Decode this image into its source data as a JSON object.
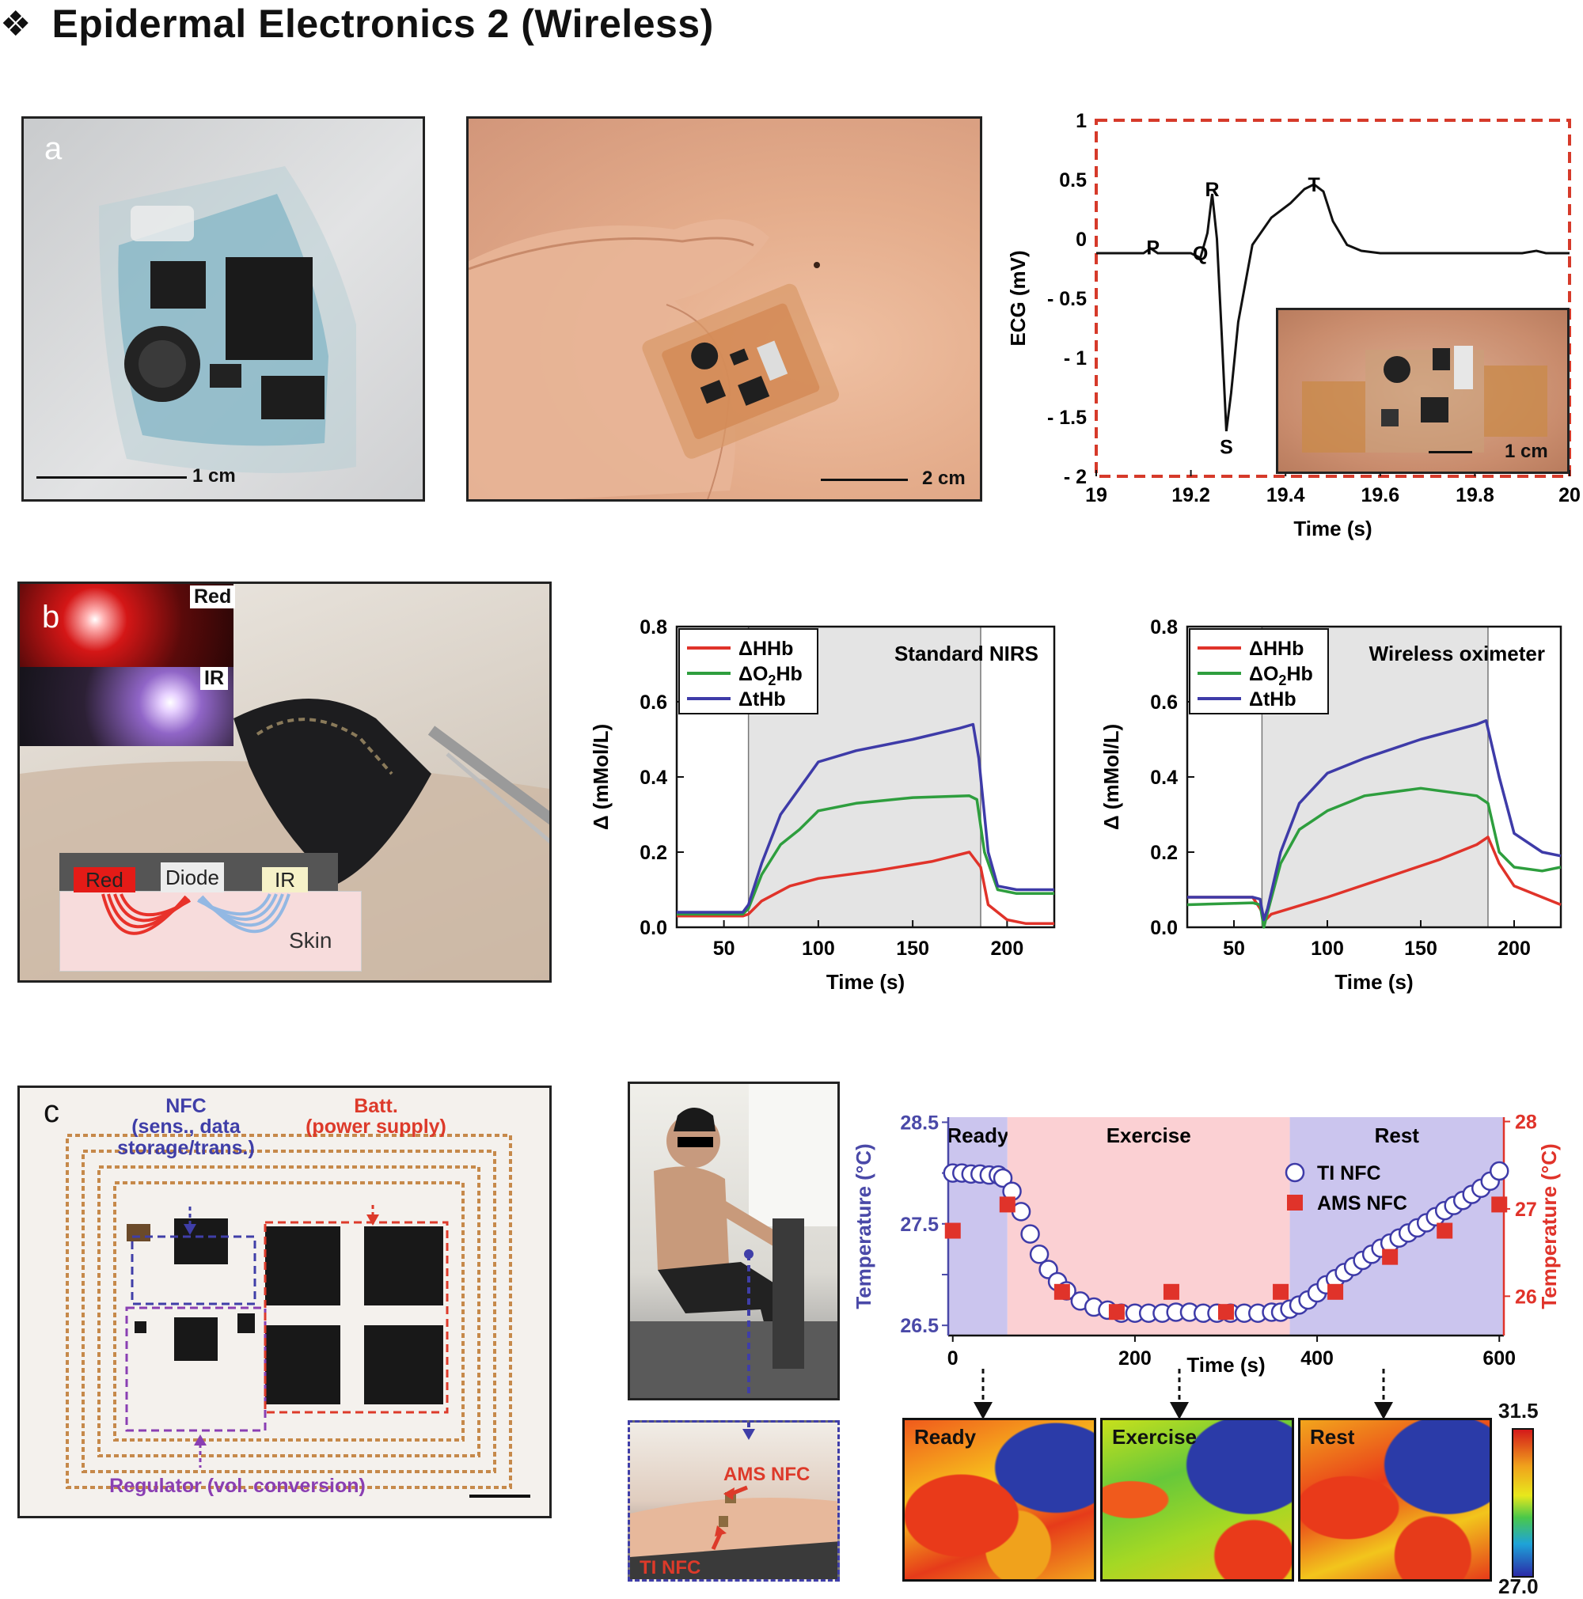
{
  "header": {
    "icon": "four-diamond-icon",
    "title": "Epidermal Electronics 2 (Wireless)"
  },
  "panel_a": {
    "letter": "a",
    "photo1_scale": "1 cm",
    "photo2_scale": "2 cm",
    "inset_scale": "1 cm"
  },
  "panel_b": {
    "letter": "b",
    "led_red": "Red",
    "led_ir": "IR",
    "diagram": {
      "red": "Red",
      "diode": "Diode",
      "ir": "IR",
      "skin": "Skin"
    }
  },
  "panel_c": {
    "letter": "c",
    "nfc_label": "NFC\n(sens., data\nstorage/trans.)",
    "batt_label": "Batt.\n(power supply)",
    "regulator_label": "Regulator (vol. conversion)",
    "ams_nfc": "AMS NFC",
    "ti_nfc": "TI NFC",
    "thermo": [
      {
        "label": "Ready"
      },
      {
        "label": "Exercise"
      },
      {
        "label": "Rest"
      }
    ],
    "colorbar": {
      "max": "31.5",
      "min": "27.0"
    }
  },
  "colors": {
    "ecg_border": "#d63a2a",
    "hhb": "#e0332a",
    "o2hb": "#2e9e3e",
    "thb": "#3e3ba8",
    "ready_rest_bg": "#cbc5ee",
    "exercise_bg": "#fbd0d3",
    "left_axis": "#4a49a8",
    "right_axis": "#e0332a"
  },
  "chart_data": [
    {
      "id": "ecg",
      "type": "line",
      "xlabel": "Time (s)",
      "ylabel": "ECG (mV)",
      "xlim": [
        19,
        20
      ],
      "ylim": [
        -2,
        1
      ],
      "xticks": [
        "19",
        "19.2",
        "19.4",
        "19.6",
        "19.8",
        "20"
      ],
      "yticks": [
        "1",
        "0.5",
        "0",
        "- 0.5",
        "- 1",
        "- 1.5",
        "- 2"
      ],
      "annotations": [
        {
          "text": "P",
          "x": 19.12,
          "y": -0.07
        },
        {
          "text": "Q",
          "x": 19.22,
          "y": -0.12
        },
        {
          "text": "R",
          "x": 19.245,
          "y": 0.42
        },
        {
          "text": "S",
          "x": 19.275,
          "y": -1.75
        },
        {
          "text": "T",
          "x": 19.46,
          "y": 0.46
        }
      ],
      "series": [
        {
          "x": [
            19.0,
            19.05,
            19.1,
            19.115,
            19.13,
            19.16,
            19.2,
            19.22,
            19.235,
            19.245,
            19.255,
            19.265,
            19.275,
            19.285,
            19.3,
            19.33,
            19.37,
            19.41,
            19.44,
            19.46,
            19.48,
            19.5,
            19.53,
            19.56,
            19.6,
            19.7,
            19.8,
            19.9,
            19.93,
            19.95,
            20.0
          ],
          "y": [
            -0.12,
            -0.12,
            -0.12,
            -0.08,
            -0.12,
            -0.12,
            -0.12,
            -0.16,
            0.05,
            0.38,
            0.0,
            -0.8,
            -1.62,
            -1.3,
            -0.7,
            -0.05,
            0.18,
            0.3,
            0.42,
            0.46,
            0.4,
            0.15,
            -0.05,
            -0.1,
            -0.12,
            -0.12,
            -0.12,
            -0.12,
            -0.1,
            -0.12,
            -0.12
          ]
        }
      ]
    },
    {
      "id": "nirs-standard",
      "type": "line",
      "title": "Standard NIRS",
      "xlabel": "Time (s)",
      "ylabel": "Δ (mMol/L)",
      "xlim": [
        25,
        225
      ],
      "ylim": [
        0,
        0.8
      ],
      "xticks": [
        "50",
        "100",
        "150",
        "200"
      ],
      "yticks": [
        "0.8",
        "0.6",
        "0.4",
        "0.2",
        "0.0"
      ],
      "shaded": [
        63,
        186
      ],
      "series": [
        {
          "name": "ΔHHb",
          "color": "#e0332a",
          "x": [
            25,
            60,
            63,
            70,
            85,
            100,
            130,
            160,
            180,
            186,
            190,
            200,
            210,
            225
          ],
          "y": [
            0.03,
            0.03,
            0.035,
            0.07,
            0.11,
            0.13,
            0.15,
            0.175,
            0.2,
            0.16,
            0.06,
            0.02,
            0.01,
            0.01
          ]
        },
        {
          "name": "ΔO2Hb",
          "color": "#2e9e3e",
          "x": [
            25,
            60,
            63,
            70,
            80,
            90,
            100,
            120,
            150,
            180,
            184,
            188,
            195,
            205,
            225
          ],
          "y": [
            0.035,
            0.035,
            0.05,
            0.14,
            0.22,
            0.26,
            0.31,
            0.33,
            0.345,
            0.35,
            0.34,
            0.2,
            0.1,
            0.09,
            0.09
          ]
        },
        {
          "name": "ΔtHb",
          "color": "#3e3ba8",
          "x": [
            25,
            60,
            63,
            70,
            80,
            90,
            100,
            120,
            150,
            175,
            182,
            185,
            190,
            195,
            205,
            225
          ],
          "y": [
            0.04,
            0.04,
            0.06,
            0.17,
            0.3,
            0.37,
            0.44,
            0.47,
            0.5,
            0.53,
            0.54,
            0.45,
            0.2,
            0.11,
            0.1,
            0.1
          ]
        }
      ]
    },
    {
      "id": "nirs-wireless",
      "type": "line",
      "title": "Wireless oximeter",
      "xlabel": "Time (s)",
      "ylabel": "Δ (mMol/L)",
      "xlim": [
        25,
        225
      ],
      "ylim": [
        0,
        0.8
      ],
      "xticks": [
        "50",
        "100",
        "150",
        "200"
      ],
      "yticks": [
        "0.8",
        "0.6",
        "0.4",
        "0.2",
        "0.0"
      ],
      "shaded": [
        65,
        186
      ],
      "series": [
        {
          "name": "ΔHHb",
          "color": "#e0332a",
          "x": [
            25,
            60,
            64,
            67,
            70,
            80,
            100,
            130,
            160,
            180,
            186,
            192,
            200,
            215,
            225
          ],
          "y": [
            0.08,
            0.08,
            0.05,
            0.02,
            0.035,
            0.05,
            0.08,
            0.13,
            0.18,
            0.22,
            0.24,
            0.17,
            0.11,
            0.08,
            0.06
          ]
        },
        {
          "name": "ΔO2Hb",
          "color": "#2e9e3e",
          "x": [
            25,
            60,
            64,
            66,
            68,
            75,
            85,
            100,
            120,
            150,
            180,
            186,
            192,
            200,
            215,
            225
          ],
          "y": [
            0.06,
            0.065,
            0.06,
            0.0,
            0.04,
            0.17,
            0.26,
            0.31,
            0.35,
            0.37,
            0.35,
            0.33,
            0.2,
            0.16,
            0.15,
            0.16
          ]
        },
        {
          "name": "ΔtHb",
          "color": "#3e3ba8",
          "x": [
            25,
            60,
            64,
            66,
            68,
            75,
            85,
            100,
            120,
            150,
            180,
            185,
            192,
            200,
            215,
            225
          ],
          "y": [
            0.08,
            0.08,
            0.075,
            0.02,
            0.05,
            0.2,
            0.33,
            0.41,
            0.45,
            0.5,
            0.54,
            0.55,
            0.4,
            0.25,
            0.2,
            0.19
          ]
        }
      ]
    },
    {
      "id": "temperature",
      "type": "scatter",
      "xlabel": "Time (s)",
      "ylabel": "Temperature (°C)",
      "ylabel_right": "Temperature (°C)",
      "xlim": [
        -5,
        605
      ],
      "ylim": [
        26.4,
        28.55
      ],
      "ylim_right": [
        25.55,
        28.05
      ],
      "xticks": [
        "0",
        "200",
        "400",
        "600"
      ],
      "yticks": [
        "28.5",
        "28",
        "27.5",
        "27",
        "26.5"
      ],
      "yticks_shown": [
        "28.5",
        "27.5",
        "26.5"
      ],
      "yticks_right": [
        "28",
        "27",
        "26"
      ],
      "phases": [
        {
          "label": "Ready",
          "start": -5,
          "end": 60
        },
        {
          "label": "Exercise",
          "start": 60,
          "end": 370
        },
        {
          "label": "Rest",
          "start": 370,
          "end": 605
        }
      ],
      "legend": [
        "TI NFC",
        "AMS NFC"
      ],
      "series": [
        {
          "name": "TI NFC",
          "axis": "left",
          "x": [
            0,
            10,
            20,
            30,
            40,
            50,
            55,
            65,
            75,
            85,
            95,
            105,
            115,
            125,
            140,
            155,
            170,
            185,
            200,
            215,
            230,
            245,
            260,
            275,
            290,
            305,
            320,
            335,
            350,
            360,
            370,
            380,
            390,
            400,
            410,
            420,
            430,
            440,
            450,
            460,
            470,
            480,
            490,
            500,
            510,
            520,
            530,
            540,
            550,
            560,
            570,
            580,
            590,
            600
          ],
          "y": [
            28.0,
            28.0,
            27.99,
            27.99,
            27.98,
            27.98,
            27.95,
            27.82,
            27.62,
            27.4,
            27.2,
            27.05,
            26.93,
            26.84,
            26.74,
            26.68,
            26.65,
            26.62,
            26.62,
            26.62,
            26.62,
            26.63,
            26.63,
            26.62,
            26.62,
            26.62,
            26.62,
            26.62,
            26.63,
            26.63,
            26.66,
            26.7,
            26.75,
            26.82,
            26.9,
            26.96,
            27.02,
            27.08,
            27.14,
            27.2,
            27.26,
            27.31,
            27.36,
            27.41,
            27.46,
            27.51,
            27.57,
            27.63,
            27.68,
            27.73,
            27.79,
            27.85,
            27.92,
            28.02
          ]
        },
        {
          "name": "AMS NFC",
          "axis": "right",
          "x": [
            0,
            60,
            120,
            180,
            240,
            300,
            360,
            420,
            480,
            540,
            600
          ],
          "y": [
            26.75,
            27.05,
            26.05,
            25.82,
            26.05,
            25.82,
            26.05,
            26.05,
            26.45,
            26.75,
            27.05
          ]
        }
      ]
    }
  ]
}
